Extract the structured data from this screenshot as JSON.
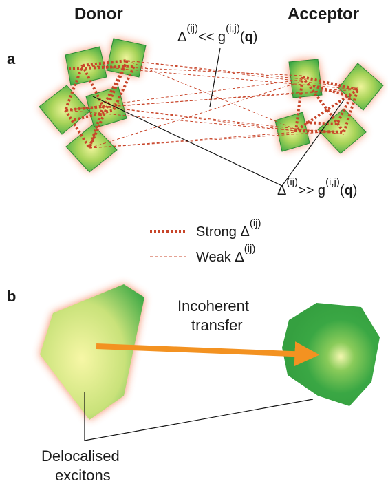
{
  "panel_a": {
    "letter": "a",
    "donor_label": "Donor",
    "acceptor_label": "Acceptor",
    "weak_annotation": {
      "delta": "Δ",
      "sup": "(ij)",
      "relation": "<< g",
      "sup2": "(i,j)",
      "paren_open": "(",
      "q": "q",
      "paren_close": ")"
    },
    "strong_annotation": {
      "delta": "Δ",
      "sup": "(ij)",
      "relation": ">> g",
      "sup2": "(i,j)",
      "paren_open": "(",
      "q": "q",
      "paren_close": ")"
    },
    "legend": [
      {
        "label": "Strong Δ",
        "sup": "(ij)",
        "style": "thick-dotted"
      },
      {
        "label": "Weak Δ",
        "sup": "(ij)",
        "style": "thin-dashed"
      }
    ]
  },
  "panel_b": {
    "letter": "b",
    "arrow_label_line1": "Incoherent",
    "arrow_label_line2": "transfer",
    "caption_line1": "Delocalised",
    "caption_line2": "excitons"
  },
  "colors": {
    "square_fill": "#3daa45",
    "square_center": "#e8f08a",
    "glow": "#f26b3a",
    "coupling_lines": "#c8452a",
    "arrow": "#f39221"
  }
}
